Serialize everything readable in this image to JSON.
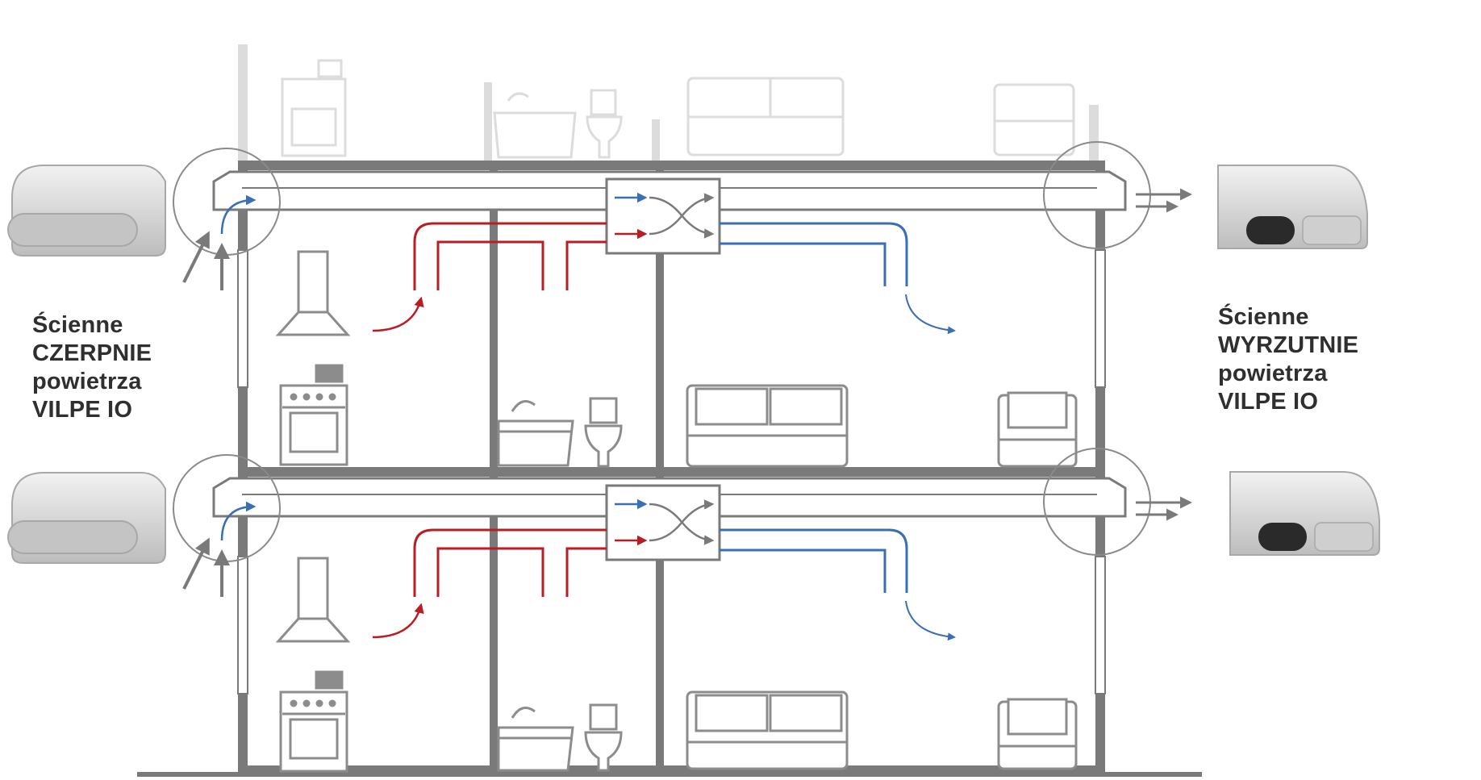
{
  "diagram": {
    "title": "Building ventilation with heat recovery units",
    "floors": 2,
    "inlet_label": {
      "line1": "Ścienne",
      "line2": "CZERPNIE",
      "line3": "powietrza",
      "line4": "VILPE IO"
    },
    "outlet_label": {
      "line1": "Ścienne",
      "line2": "WYRZUTNIE",
      "line3": "powietrza",
      "line4": "VILPE IO"
    },
    "colors": {
      "wall": "#7a7a7a",
      "wall_faded": "#dcdcdc",
      "fresh_air": "#3a6fb5",
      "exhaust_air": "#b81e23",
      "text": "#2f2f2f",
      "device": "#c9c9c9",
      "furniture": "#8c8c8c"
    },
    "icons": [
      "inlet-device-icon",
      "outlet-device-icon",
      "heat-recovery-unit-icon",
      "range-hood-icon",
      "stove-icon",
      "bathtub-icon",
      "toilet-icon",
      "sofa-icon",
      "armchair-icon"
    ]
  }
}
